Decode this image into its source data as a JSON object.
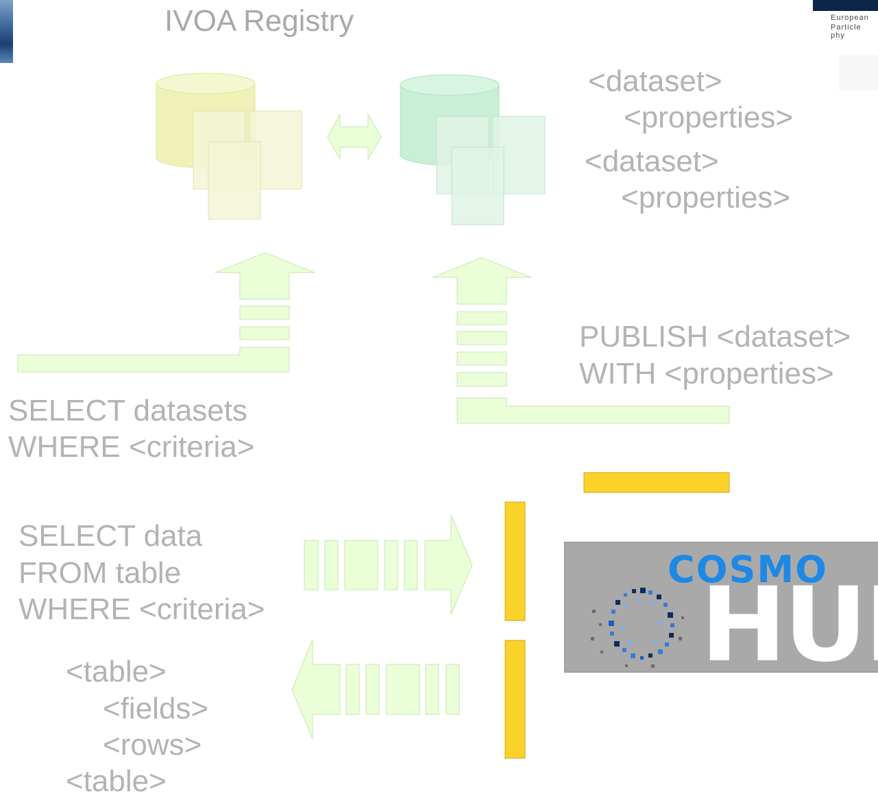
{
  "title": "IVOA Registry",
  "corner_logo": {
    "line1": "European",
    "line2": "Particle phy"
  },
  "registry_text": {
    "dataset1": "<dataset>",
    "properties1": "<properties>",
    "dataset2": "<dataset>",
    "properties2": "<properties>"
  },
  "publish_text": {
    "line1": "PUBLISH <dataset>",
    "line2": "WITH <properties>"
  },
  "select_datasets_text": {
    "line1": "SELECT datasets",
    "line2": "WHERE <criteria>"
  },
  "select_data_text": {
    "line1": "SELECT data",
    "line2": "FROM table",
    "line3": "WHERE <criteria>"
  },
  "table_text": {
    "line1": "<table>",
    "line2": "<fields>",
    "line3": "<rows>",
    "line4": "<table>"
  },
  "cosmohub": {
    "word1": "COSMO",
    "word2": "HUB"
  },
  "colors": {
    "yellow_db": "#eef2b8",
    "green_db": "#c9efd6",
    "arrow_fill": "#eaffd8",
    "arrow_stroke": "#c8e6b0",
    "gold": "#fcd22a",
    "text": "#b3b3b3",
    "cosmo_blue": "#1e88e5"
  }
}
